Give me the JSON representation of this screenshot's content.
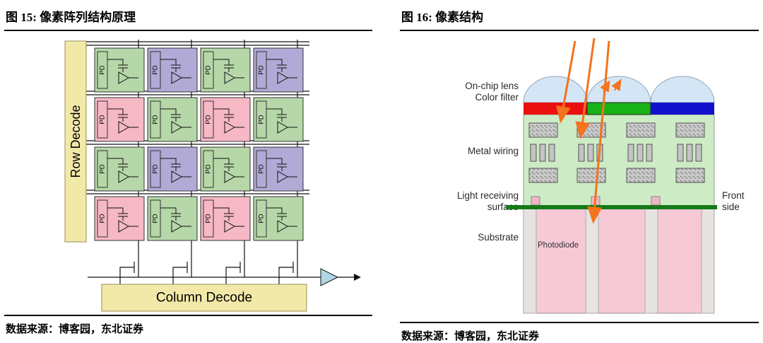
{
  "figure15": {
    "title": "图 15: 像素阵列结构原理",
    "source": "数据来源：博客园，东北证券",
    "row_decode_label": "Row Decode",
    "column_decode_label": "Column Decode",
    "pd_label": "PD",
    "colors": {
      "decode_fill": "#f2e9a9",
      "green": "#b6d7a8",
      "purple": "#b2aad6",
      "pink": "#f5b8c4",
      "amp_fill": "#aed6e6"
    },
    "grid_pattern": [
      [
        "green",
        "purple",
        "green",
        "purple"
      ],
      [
        "pink",
        "green",
        "pink",
        "green"
      ],
      [
        "green",
        "purple",
        "green",
        "purple"
      ],
      [
        "pink",
        "green",
        "pink",
        "green"
      ]
    ]
  },
  "figure16": {
    "title": "图 16: 像素结构",
    "source": "数据来源：博客园，东北证券",
    "labels": {
      "on_chip_lens": "On-chip lens",
      "color_filter": "Color filter",
      "metal_wiring": "Metal wiring",
      "light_receiving_1": "Light receiving",
      "light_receiving_2": "surface",
      "substrate": "Substrate",
      "photodiode": "Photodiode",
      "front": "Front",
      "side": "side"
    },
    "colors": {
      "lens": "#d4e6f6",
      "filter_red": "#ea1010",
      "filter_green": "#17b217",
      "filter_blue": "#1111cc",
      "body_green": "#cdebc4",
      "wiring_gray": "#c4c4c4",
      "surface_green": "#157a15",
      "substrate_pink": "#f7c9d6",
      "column_gray": "#e6e3e0",
      "pad_pink": "#f0b6c6",
      "arrow_orange": "#f4731c"
    }
  }
}
